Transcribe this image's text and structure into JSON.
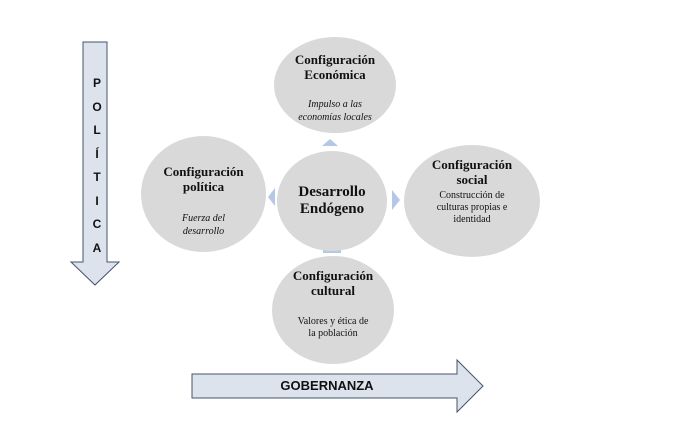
{
  "politica_letters": [
    "P",
    "O",
    "L",
    "Í",
    "T",
    "I",
    "C",
    "A"
  ],
  "gobernanza": "GOBERNANZA",
  "center": {
    "title_line1": "Desarrollo",
    "title_line2": "Endógeno"
  },
  "economica": {
    "title_line1": "Configuración",
    "title_line2": "Económica",
    "sub_line1": "Impulso a las",
    "sub_line2": "economías locales"
  },
  "politica": {
    "title_line1": "Configuración",
    "title_line2": "política",
    "sub_line1": "Fuerza del",
    "sub_line2": "desarrollo"
  },
  "social": {
    "title_line1": "Configuración",
    "title_line2": "social",
    "sub_line1": "Construcción de",
    "sub_line2": "culturas propias e",
    "sub_line3": "identidad"
  },
  "cultural": {
    "title_line1": "Configuración",
    "title_line2": "cultural",
    "sub_line1": "Valores y ética de",
    "sub_line2": "la población"
  },
  "colors": {
    "circle": "#d9d9d9",
    "arrow_fill": "#dde3ed",
    "arrow_stroke": "#44546a",
    "small_arrow": "#b4c7e7"
  }
}
